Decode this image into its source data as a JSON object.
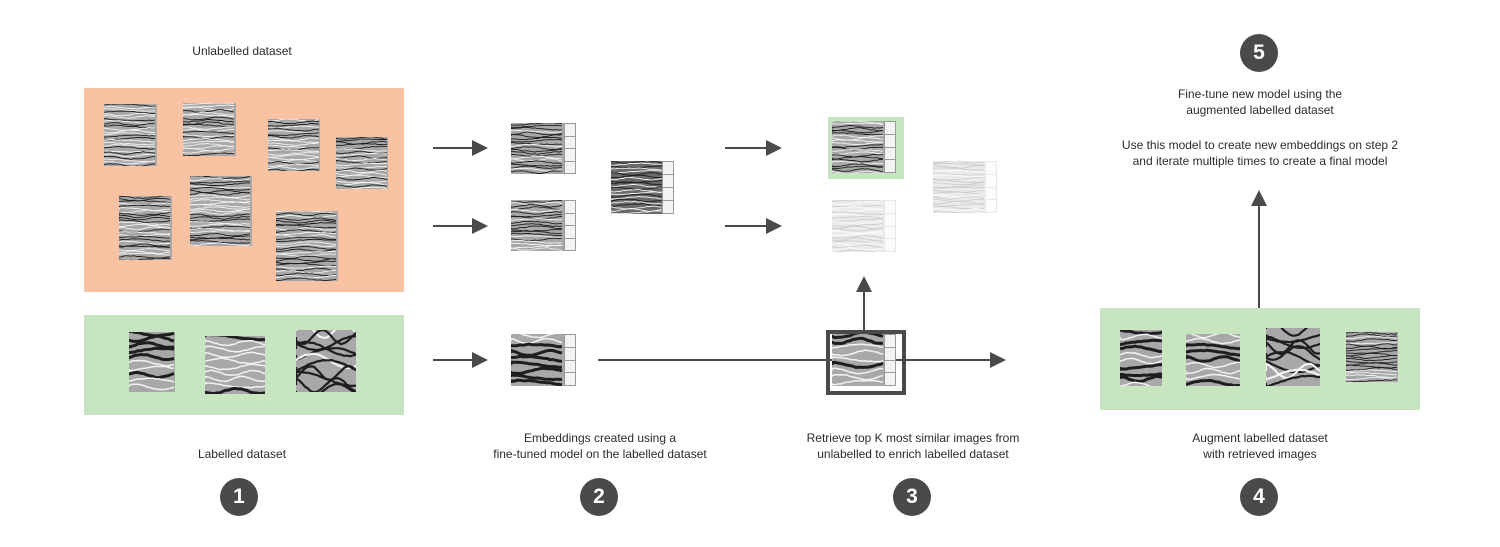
{
  "labels": {
    "unlabelled": "Unlabelled dataset",
    "labelled": "Labelled dataset",
    "embeddings_line1": "Embeddings created using a",
    "embeddings_line2": "fine-tuned model on the labelled dataset",
    "retrieve_line1": "Retrieve top K most similar images from",
    "retrieve_line2": "unlabelled to enrich labelled dataset",
    "augment_line1": "Augment labelled dataset",
    "augment_line2": "with retrieved images",
    "finetune_line1": "Fine-tune new model using the",
    "finetune_line2": "augmented labelled dataset",
    "iterate_line1": "Use this model to create new embeddings on step 2",
    "iterate_line2": "and iterate multiple times to create a final model"
  },
  "steps": [
    "1",
    "2",
    "3",
    "4",
    "5"
  ],
  "colors": {
    "unlabelled_panel": "#f9c2a3",
    "labelled_panel": "#c7e5c1",
    "arrow": "#4a4a4a",
    "badge": "#4a4a4a"
  }
}
